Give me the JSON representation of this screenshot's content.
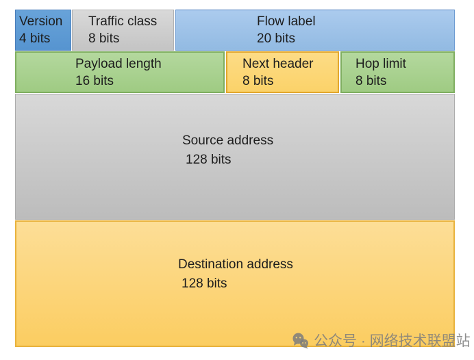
{
  "fields": {
    "version": {
      "name": "Version",
      "bits": "4 bits"
    },
    "traffic_class": {
      "name": "Traffic class",
      "bits": "8 bits"
    },
    "flow_label": {
      "name": "Flow label",
      "bits": "20 bits"
    },
    "payload_length": {
      "name": "Payload length",
      "bits": "16 bits"
    },
    "next_header": {
      "name": "Next header",
      "bits": "8 bits"
    },
    "hop_limit": {
      "name": "Hop limit",
      "bits": "8 bits"
    },
    "source_address": {
      "name": "Source address",
      "bits": "128 bits"
    },
    "destination_address": {
      "name": "Destination address",
      "bits": "128 bits"
    }
  },
  "colors": {
    "version_blue": "#5b9bd5",
    "flow_label_blue": "#9dc3e6",
    "gray": "#c9c9c9",
    "green": "#a9d18e",
    "gold": "#ffd966"
  },
  "watermark": {
    "icon": "wechat-icon",
    "text": "公众号 · 网络技术联盟站"
  }
}
